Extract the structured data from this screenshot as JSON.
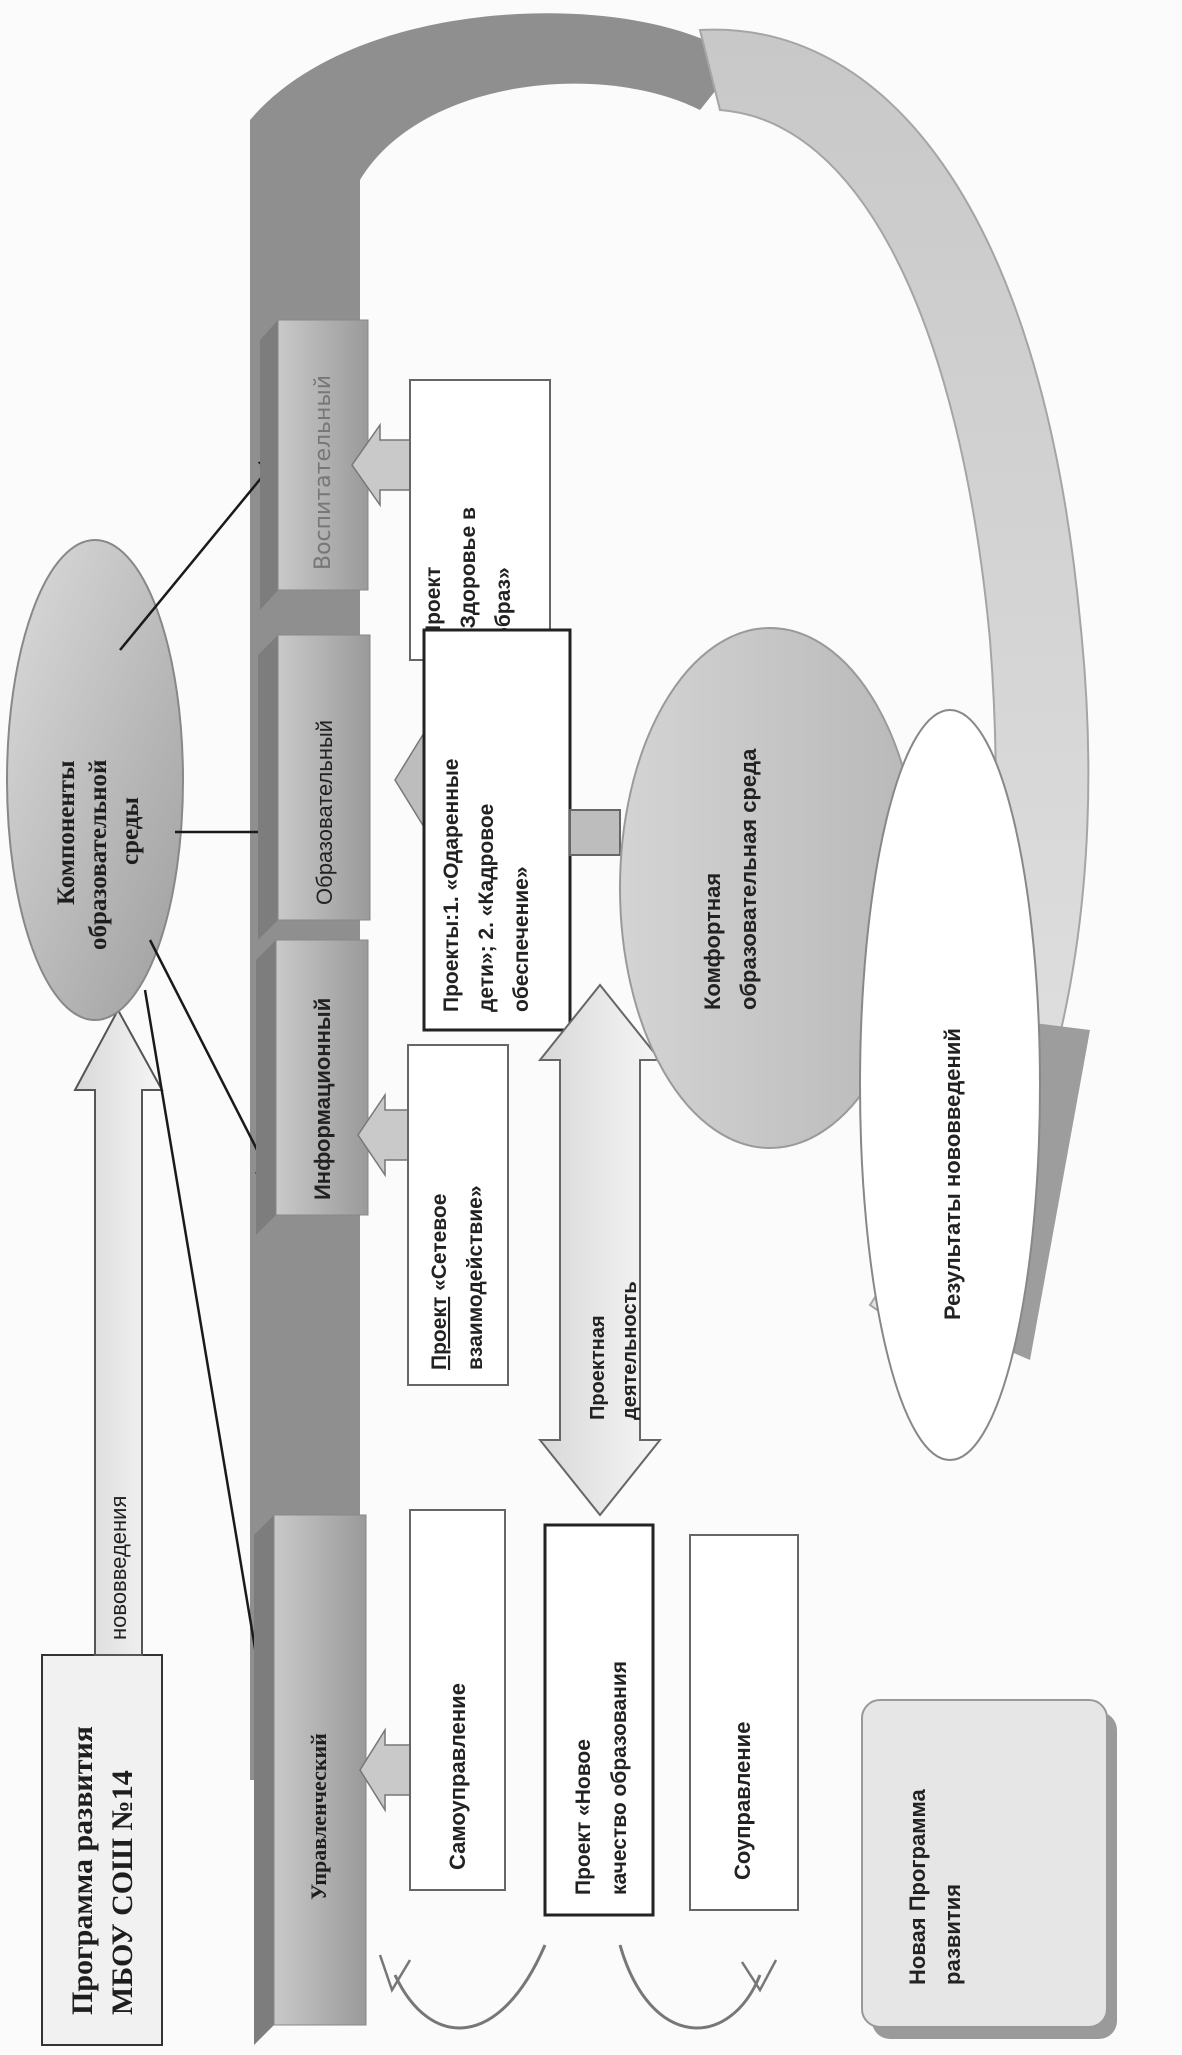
{
  "diagram": {
    "program": {
      "line1": "Программа развития",
      "line2": "МБОУ СОШ №14"
    },
    "innovations": "нововведения",
    "components": {
      "line1": "Компоненты",
      "line2": "образовательной",
      "line3": "среды"
    },
    "pillars": {
      "management": "Управленческий",
      "informational": "Информационный",
      "educational": "Образовательный",
      "upbringing": "Воспитательный"
    },
    "projects": {
      "self_governance": "Самоуправление",
      "new_quality": {
        "line1": "Проект «Новое",
        "line2": "качество образования"
      },
      "co_governance": "Соуправление",
      "network": {
        "word": "Проект",
        "rest": " «Сетевое",
        "line2": "взаимодействие»"
      },
      "gifted": {
        "line1": "Проекты:1. «Одаренные",
        "line2": "дети»; 2. «Кадровое",
        "line3": "обеспечение»"
      },
      "health": {
        "line1": "Проект",
        "line2": "«Здоровье в",
        "line3": "образ»"
      }
    },
    "project_activity": {
      "line1": "Проектная",
      "line2": "деятельность"
    },
    "comfort": {
      "line1": "Комфортная",
      "line2": "образовательная среда"
    },
    "results": "Результаты нововведений",
    "new_program": {
      "line1": "Новая Программа",
      "line2": "развития"
    }
  }
}
